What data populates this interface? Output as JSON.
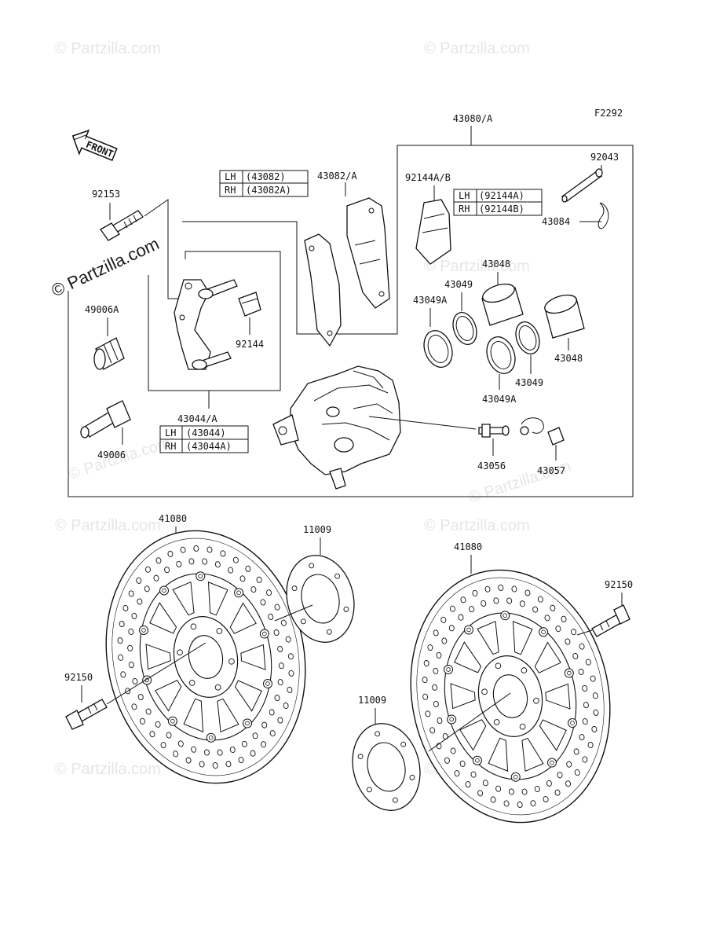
{
  "figure_code": "F2292",
  "front_label": "FRONT",
  "watermark_main": "© Partzilla.com",
  "watermark_faint": "© Partzilla.com",
  "parts": {
    "p43080": "43080/A",
    "p43082": "43082/A",
    "p92144AB": "92144A/B",
    "p92043": "92043",
    "p43084": "43084",
    "p92153": "92153",
    "p43048_top": "43048",
    "p43049_top": "43049",
    "p43049A_top": "43049A",
    "p43048_right": "43048",
    "p43049_bot": "43049",
    "p43049A_bot": "43049A",
    "p49006A": "49006A",
    "p92144": "92144",
    "p49006": "49006",
    "p43044": "43044/A",
    "p43056": "43056",
    "p43057": "43057",
    "p41080_left": "41080",
    "p11009_top": "11009",
    "p41080_right": "41080",
    "p92150_right": "92150",
    "p92150_left": "92150",
    "p11009_bot": "11009"
  },
  "tables": {
    "pads": {
      "lh": "LH",
      "lh_val": "(43082)",
      "rh": "RH",
      "rh_val": "(43082A)"
    },
    "shim": {
      "lh": "LH",
      "lh_val": "(92144A)",
      "rh": "RH",
      "rh_val": "(92144B)"
    },
    "bracket": {
      "lh": "LH",
      "lh_val": "(43044)",
      "rh": "RH",
      "rh_val": "(43044A)"
    }
  }
}
